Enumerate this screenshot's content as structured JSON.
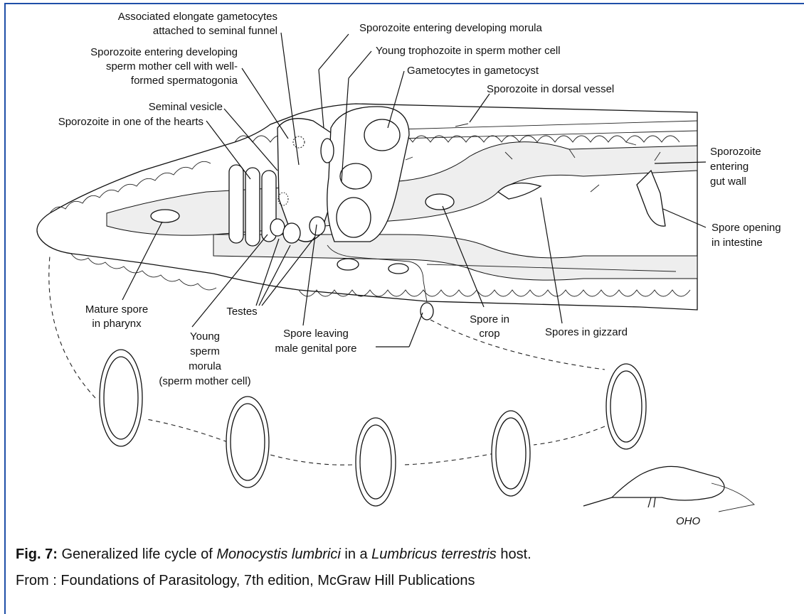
{
  "labels": {
    "associated_gametocytes_1": "Associated elongate gametocytes",
    "associated_gametocytes_2": "attached to seminal funnel",
    "sporozoite_morula": "Sporozoite entering developing morula",
    "sporozoite_sperm_1": "Sporozoite entering developing",
    "sporozoite_sperm_2": "sperm mother cell with well-",
    "sporozoite_sperm_3": "formed spermatogonia",
    "young_trophozoite": "Young trophozoite in sperm mother cell",
    "gametocytes_gametocyst": "Gametocytes in gametocyst",
    "sporozoite_dorsal": "Sporozoite in dorsal vessel",
    "seminal_vesicle": "Seminal vesicle",
    "sporozoite_hearts": "Sporozoite in one of the hearts",
    "sporozoite_gut_1": "Sporozoite",
    "sporozoite_gut_2": "entering",
    "sporozoite_gut_3": "gut wall",
    "spore_opening_1": "Spore opening",
    "spore_opening_2": "in intestine",
    "mature_spore_1": "Mature spore",
    "mature_spore_2": "in pharynx",
    "testes": "Testes",
    "young_sperm_1": "Young",
    "young_sperm_2": "sperm",
    "young_sperm_3": "morula",
    "young_sperm_4": "(sperm mother cell)",
    "spore_leaving_1": "Spore leaving",
    "spore_leaving_2": "male genital pore",
    "spore_crop_1": "Spore in",
    "spore_crop_2": "crop",
    "spores_gizzard": "Spores in gizzard",
    "artist_mark": "OHO"
  },
  "caption": {
    "fig_label": "Fig. 7:",
    "text_before": " Generalized life cycle of ",
    "species_parasite": "Monocystis lumbrici",
    "text_middle": " in a ",
    "species_host": "Lumbricus terrestris",
    "text_after": " host.",
    "source": "From : Foundations of Parasitology,  7th edition, McGraw Hill Publications"
  },
  "colors": {
    "frame": "#1f4fa8",
    "ink": "#111111"
  }
}
